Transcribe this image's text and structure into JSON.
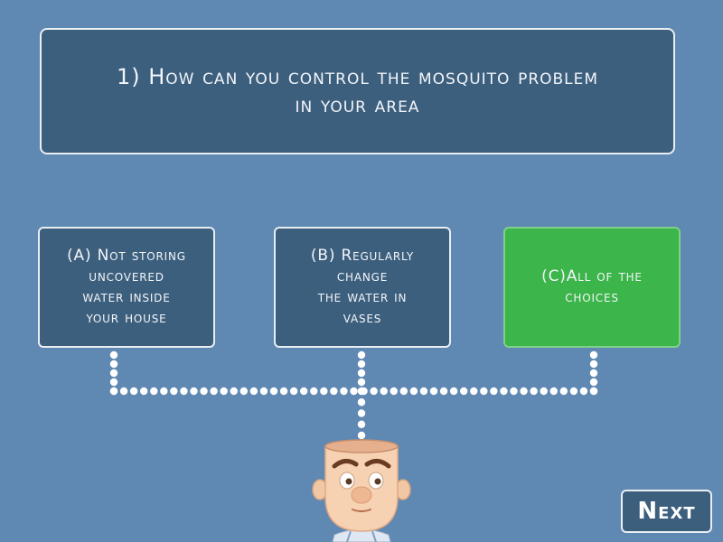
{
  "question": {
    "line1": "1) How can you control the mosquito problem",
    "line2": "in your  area"
  },
  "choices": [
    {
      "label": "(A)  Not storing\nuncovered\nwater inside\nyour house",
      "correct": false
    },
    {
      "label": "(B) Regularly\nchange\n the water in\nvases",
      "correct": false
    },
    {
      "label": "(C)All of the\nchoices",
      "correct": true
    }
  ],
  "navigation": {
    "next_label": "Next"
  },
  "colors": {
    "background": "#5f88b3",
    "box": "#3d5f7e",
    "border": "#e9eef3",
    "correct": "#3cb54a"
  }
}
